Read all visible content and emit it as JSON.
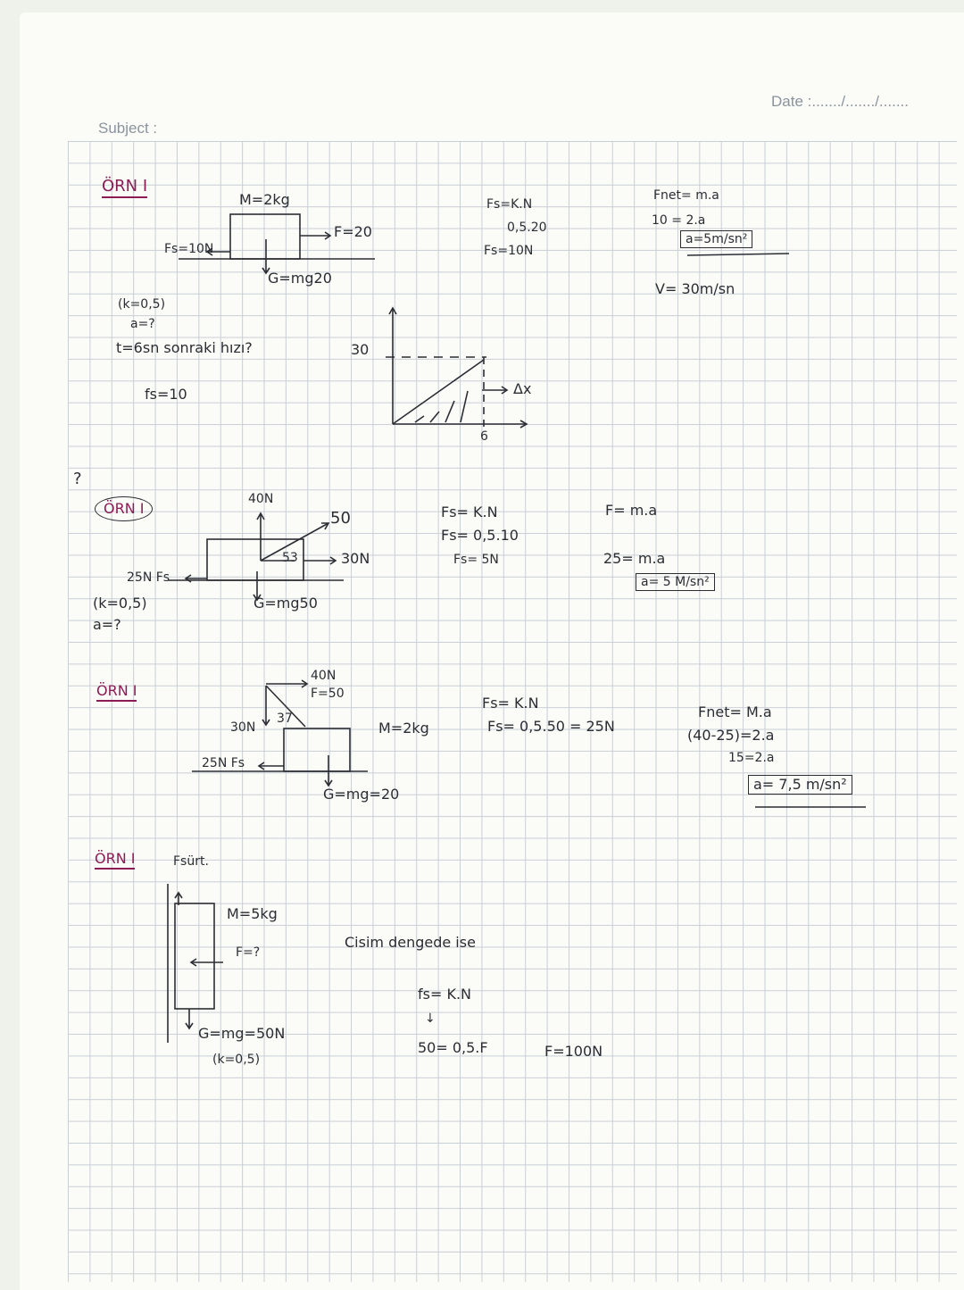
{
  "header": {
    "subject": "Subject :",
    "date": "Date :......./......./......."
  },
  "ex1": {
    "title": "ÖRN I",
    "mass": "M=2kg",
    "force": "F=20",
    "friction": "Fs=10N",
    "weight": "G=mg20",
    "k": "(k=0,5)",
    "a_q": "a=?",
    "t_q": "t=6sn sonraki hızı?",
    "fs_val": "fs=10",
    "calc1": "Fs=K.N",
    "calc2": "0,5.20",
    "calc3": "Fs=10N",
    "graph_y": "30",
    "graph_x": "6",
    "graph_dx": "Δx",
    "net1": "Fnet= m.a",
    "net2": "10 = 2.a",
    "net_result": "a=5m/sn²",
    "velocity": "V= 30m/sn"
  },
  "ex2": {
    "mark": "?",
    "title": "ÖRN I",
    "up": "40N",
    "angle_force": "50",
    "angle": "53",
    "horiz": "30N",
    "friction": "25N Fs",
    "weight": "G=mg50",
    "k": "(k=0,5)",
    "a_q": "a=?",
    "calc1": "Fs= K.N",
    "calc2": "Fs= 0,5.10",
    "calc3": "Fs= 5N",
    "net1": "F= m.a",
    "net2": "25= m.a",
    "net_result": "a= 5 M/sn²"
  },
  "ex3": {
    "title": "ÖRN I",
    "top": "40N",
    "force": "F=50",
    "angle": "37",
    "down": "30N",
    "friction": "25N Fs",
    "mass": "M=2kg",
    "weight": "G=mg=20",
    "calc1": "Fs= K.N",
    "calc2": "Fs= 0,5.50 = 25N",
    "net1": "Fnet= M.a",
    "net2": "(40-25)=2.a",
    "net3": "15=2.a",
    "net_result": "a= 7,5 m/sn²"
  },
  "ex4": {
    "title": "ÖRN I",
    "friction": "Fsürt.",
    "mass": "M=5kg",
    "force": "F=?",
    "weight": "G=mg=50N",
    "k": "(k=0,5)",
    "equil": "Cisim dengede ise",
    "calc1": "fs= K.N",
    "arrow": "↓",
    "calc2": "50= 0,5.F",
    "result": "F=100N"
  }
}
